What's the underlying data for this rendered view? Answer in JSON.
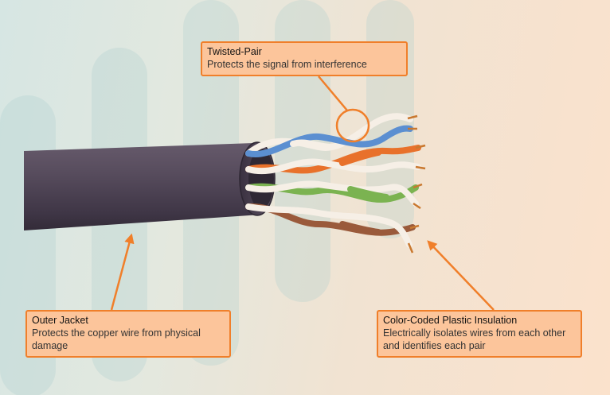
{
  "callouts": {
    "twisted_pair": {
      "title": "Twisted-Pair",
      "description": "Protects the signal from interference"
    },
    "outer_jacket": {
      "title": "Outer Jacket",
      "description": "Protects the copper wire from physical damage"
    },
    "insulation": {
      "title": "Color-Coded Plastic Insulation",
      "description": "Electrically isolates wires from each other and identifies each pair"
    }
  },
  "colors": {
    "accent": "#f07f2a",
    "callout_fill": "#fcc59b",
    "jacket": "#4e4455",
    "pair_blue": "#5b8fd1",
    "pair_orange": "#e8712b",
    "pair_green": "#7bb351",
    "pair_brown": "#9a5a3b",
    "pair_white": "#f6efe6",
    "copper": "#c9782f"
  }
}
